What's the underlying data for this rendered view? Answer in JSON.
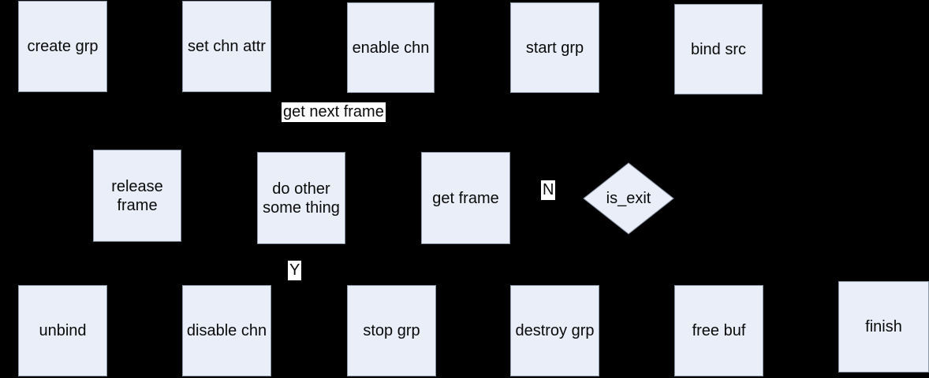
{
  "canvas": {
    "background_color": "#000000",
    "node_fill_color": "#e9eef8",
    "node_border_color": "#8a95a5",
    "text_color": "#0a0a0a",
    "edge_label_background": "#ffffff"
  },
  "nodes": {
    "create_grp": {
      "label": "create grp"
    },
    "set_chn_attr": {
      "label": "set chn attr"
    },
    "enable_chn": {
      "label": "enable chn"
    },
    "start_grp": {
      "label": "start grp"
    },
    "bind_src": {
      "label": "bind src"
    },
    "release_frame": {
      "label": "release frame"
    },
    "do_other": {
      "label": "do other some thing"
    },
    "get_frame": {
      "label": "get frame"
    },
    "is_exit": {
      "label": "is_exit",
      "shape": "diamond"
    },
    "unbind": {
      "label": "unbind"
    },
    "disable_chn": {
      "label": "disable chn"
    },
    "stop_grp": {
      "label": "stop grp"
    },
    "destroy_grp": {
      "label": "destroy grp"
    },
    "free_buf": {
      "label": "free buf"
    },
    "finish": {
      "label": "finish"
    }
  },
  "edge_labels": {
    "get_next_frame": "get next frame",
    "no": "N",
    "yes": "Y"
  }
}
